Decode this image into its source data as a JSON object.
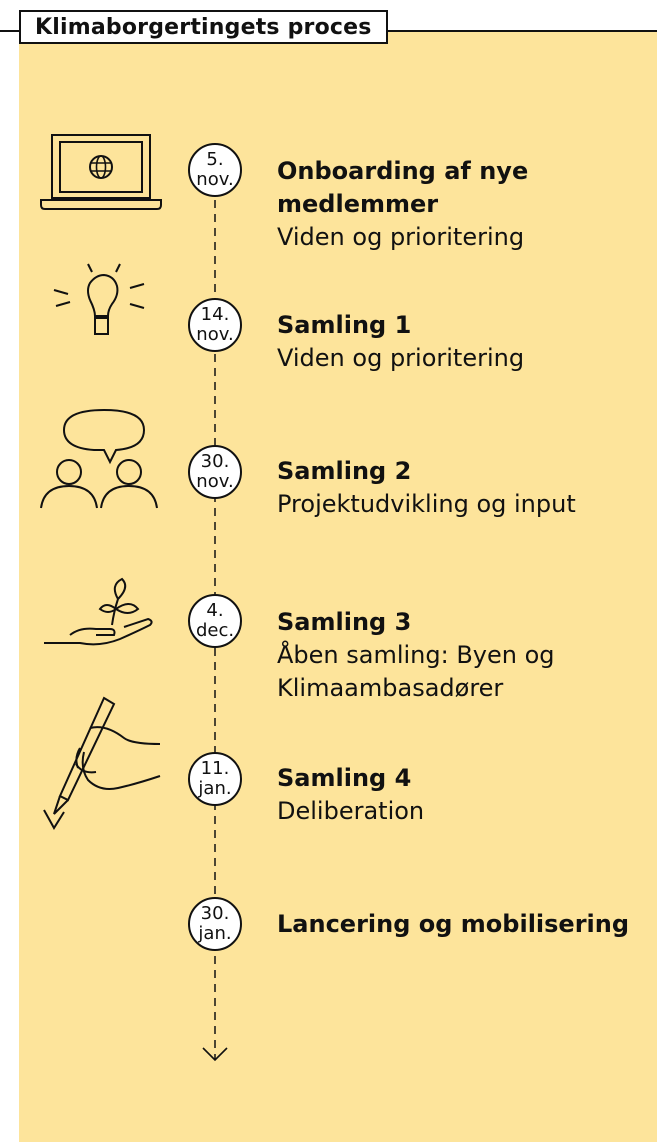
{
  "title": "Klimaborgertingets proces",
  "steps": [
    {
      "date_day": "5.",
      "date_month": "nov.",
      "title": "Onboarding af nye medlemmer",
      "title_line1": "Onboarding af nye",
      "title_line2": "medlemmer",
      "sub": "Viden og prioritering",
      "icon": "laptop-globe-icon"
    },
    {
      "date_day": "14.",
      "date_month": "nov.",
      "title": "Samling 1",
      "sub": "Viden og prioritering",
      "icon": "lightbulb-icon"
    },
    {
      "date_day": "30.",
      "date_month": "nov.",
      "title": "Samling 2",
      "sub": "Projektudvikling og input",
      "icon": "people-speech-icon"
    },
    {
      "date_day": "4.",
      "date_month": "dec.",
      "title": "Samling 3",
      "sub_line1": "Åben samling: Byen og",
      "sub_line2": "Klimaambasadører",
      "icon": "hand-sprout-icon"
    },
    {
      "date_day": "11.",
      "date_month": "jan.",
      "title": "Samling 4",
      "sub": "Deliberation",
      "icon": "hand-pen-icon"
    },
    {
      "date_day": "30.",
      "date_month": "jan.",
      "title": "Lancering og mobilisering",
      "icon": "none"
    }
  ],
  "colors": {
    "background": "#fde49b",
    "ink": "#111111",
    "circle": "#ffffff"
  }
}
